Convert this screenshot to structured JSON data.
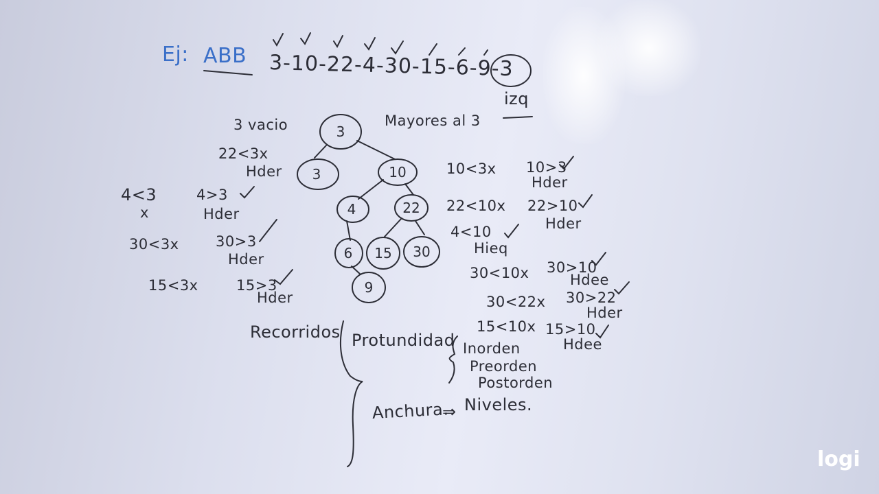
{
  "header": {
    "ej_label": "Ej:",
    "abb_label": "ABB",
    "sequence": "3-10-22-4-30-15-6-9-3",
    "izq_note": "izq"
  },
  "left_notes": {
    "vacio": "3 vacio",
    "n22": "22<3x",
    "n22_dir": "Hder",
    "n4a": "4<3",
    "n4a_x": "x",
    "n4b": "4>3",
    "n4b_dir": "Hder",
    "n30a": "30<3x",
    "n30b": "30>3",
    "n30b_dir": "Hder",
    "n15a": "15<3x",
    "n15b": "15>3",
    "n15b_dir": "Hder"
  },
  "right_notes": {
    "mayores": "Mayores al 3",
    "r10a": "10<3x",
    "r10b": "10>3",
    "r10b_dir": "Hder",
    "r22a": "22<10x",
    "r22b": "22>10",
    "r22b_dir": "Hder",
    "r4": "4<10",
    "r4_dir": "Hieq",
    "r30a": "30<10x",
    "r30b": "30>10",
    "r30b_dir": "Hdee",
    "r30c": "30<22x",
    "r30d": "30>22",
    "r30d_dir": "Hder",
    "r15a": "15<10x",
    "r15b": "15>10",
    "r15b_dir": "Hdee"
  },
  "tree": {
    "nodes": [
      "3",
      "3",
      "10",
      "4",
      "22",
      "6",
      "15",
      "30",
      "9"
    ]
  },
  "traversal": {
    "recorridos": "Recorridos",
    "profundidad": "Protundidad",
    "inorden": "Inorden",
    "preorden": "Preorden",
    "postorden": "Postorden",
    "anchura": "Anchura.",
    "arrow": "⇒",
    "niveles": "Niveles."
  },
  "watermark": "logi",
  "colors": {
    "ink": "#2c2d36",
    "blue_ink": "#3a6fc8"
  }
}
